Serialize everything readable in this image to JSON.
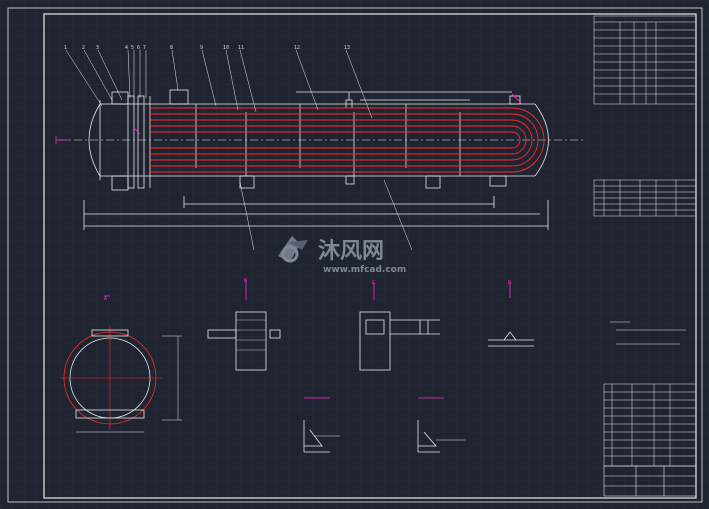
{
  "watermark": {
    "cn": "沐风网",
    "url": "www.mfcad.com"
  },
  "drawing": {
    "balloons": [
      "1",
      "2",
      "3",
      "4",
      "5",
      "6",
      "7",
      "8",
      "9",
      "10",
      "11",
      "12",
      "13"
    ],
    "section_labels": [
      "A",
      "B",
      "C",
      "D"
    ],
    "colors": {
      "background": "#1f2430",
      "grid": "#2b3140",
      "line": "#e8e8e8",
      "tube_red": "#ff2a2a",
      "magenta": "#ff28d2",
      "watermark": "#7c8595"
    }
  }
}
